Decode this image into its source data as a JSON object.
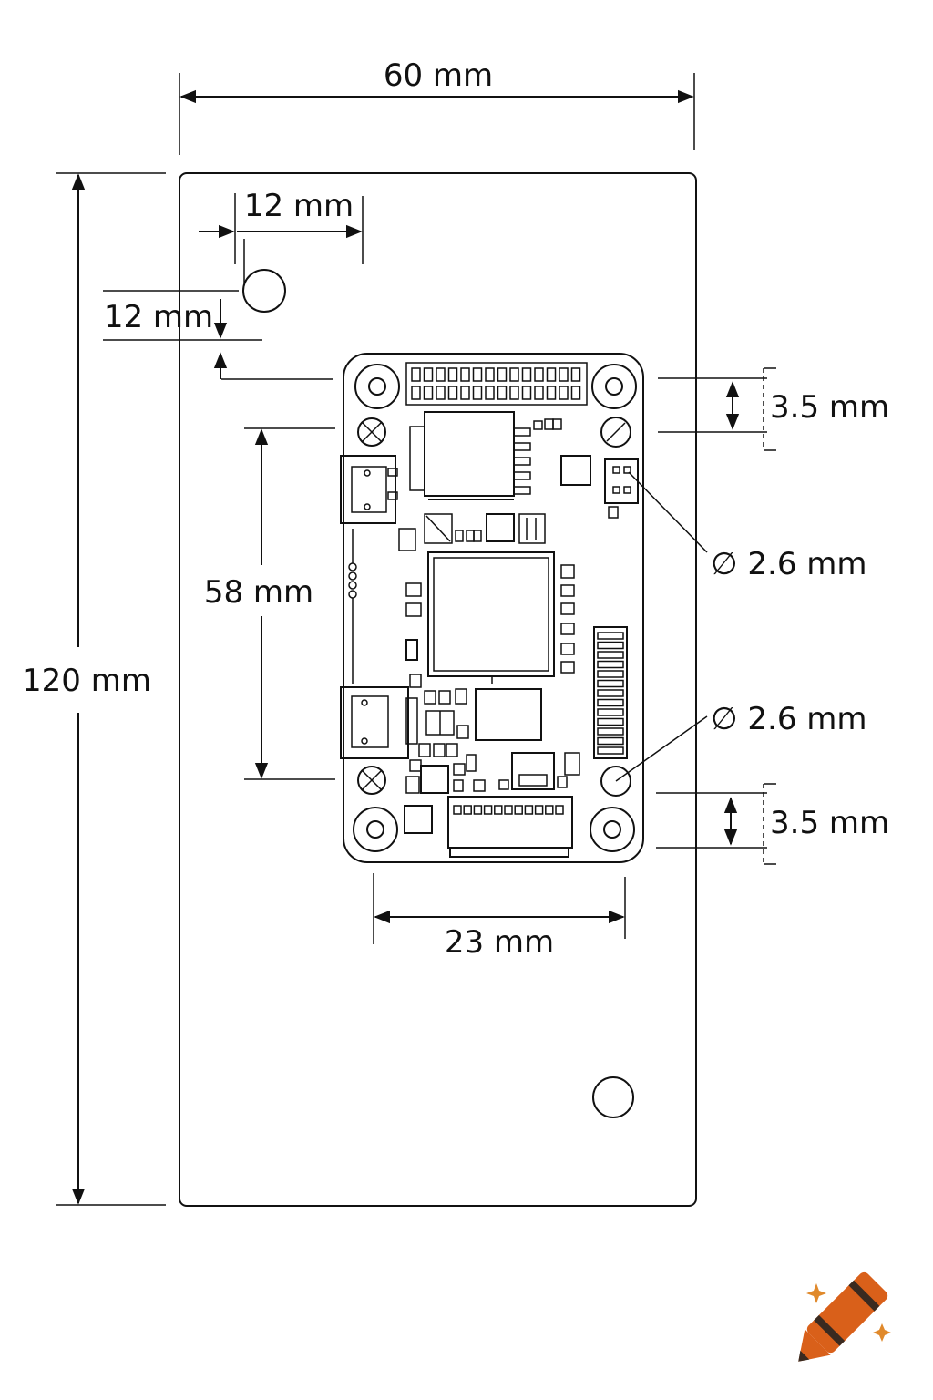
{
  "dimensions": {
    "plate_width": "60 mm",
    "plate_height": "120 mm",
    "hole_offset_x": "12 mm",
    "hole_offset_y": "12 mm",
    "hole_pitch_vertical": "58 mm",
    "hole_pitch_horizontal": "23 mm",
    "edge_offset_top": "3.5 mm",
    "edge_offset_bottom": "3.5 mm",
    "hole_diameter_top": "∅ 2.6 mm",
    "hole_diameter_bottom": "∅ 2.6 mm"
  },
  "colors": {
    "line": "#111111",
    "crayon_body": "#d9601a",
    "crayon_band": "#3a2a20",
    "sparkle": "#e0892b"
  },
  "icons": {
    "watermark": "crayon-logo-icon"
  }
}
